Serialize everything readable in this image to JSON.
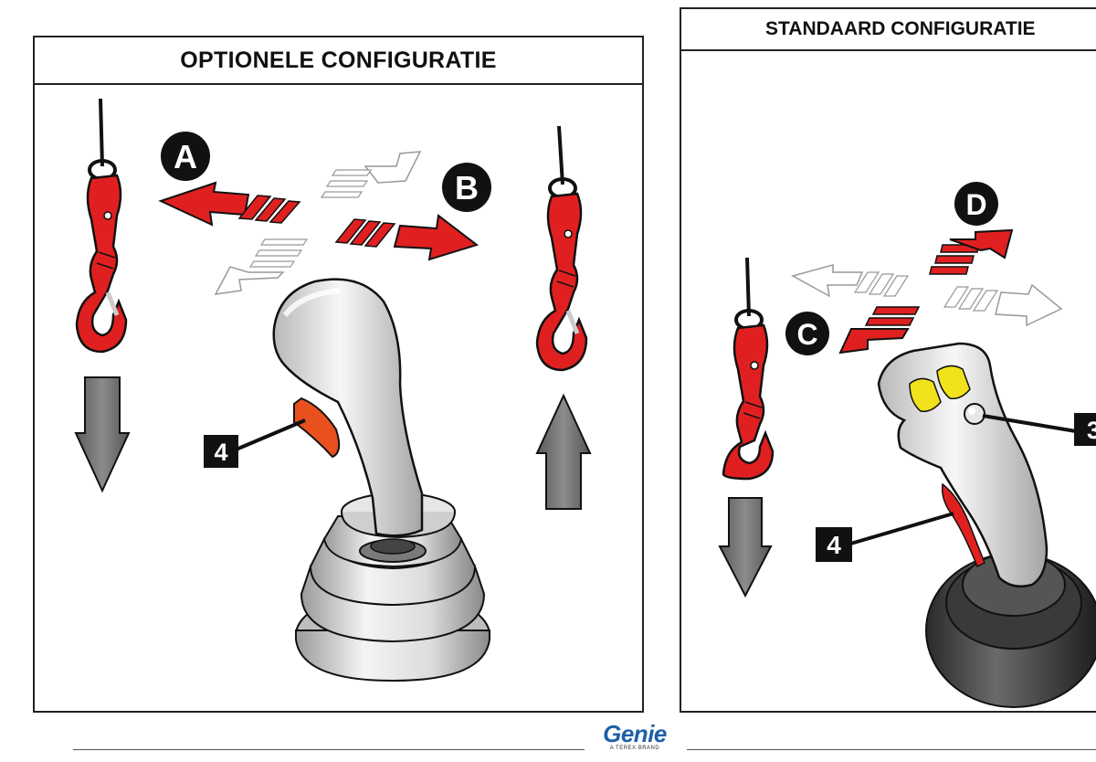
{
  "panels": {
    "optional": {
      "title": "OPTIONELE CONFIGURATIE"
    },
    "standard": {
      "title": "STANDAARD CONFIGURATIE"
    }
  },
  "labels": {
    "a": "A",
    "b": "B",
    "c": "C",
    "d": "D",
    "trigger_optional": "4",
    "trigger_standard": "4",
    "button_standard": "3"
  },
  "logo": {
    "brand": "Genie",
    "tagline": "A TEREX BRAND"
  },
  "colors": {
    "accent_red": "#e02020",
    "trigger_orange": "#e8501e",
    "thumb_yellow": "#f2e21b",
    "logo_blue": "#1e5fa8"
  }
}
